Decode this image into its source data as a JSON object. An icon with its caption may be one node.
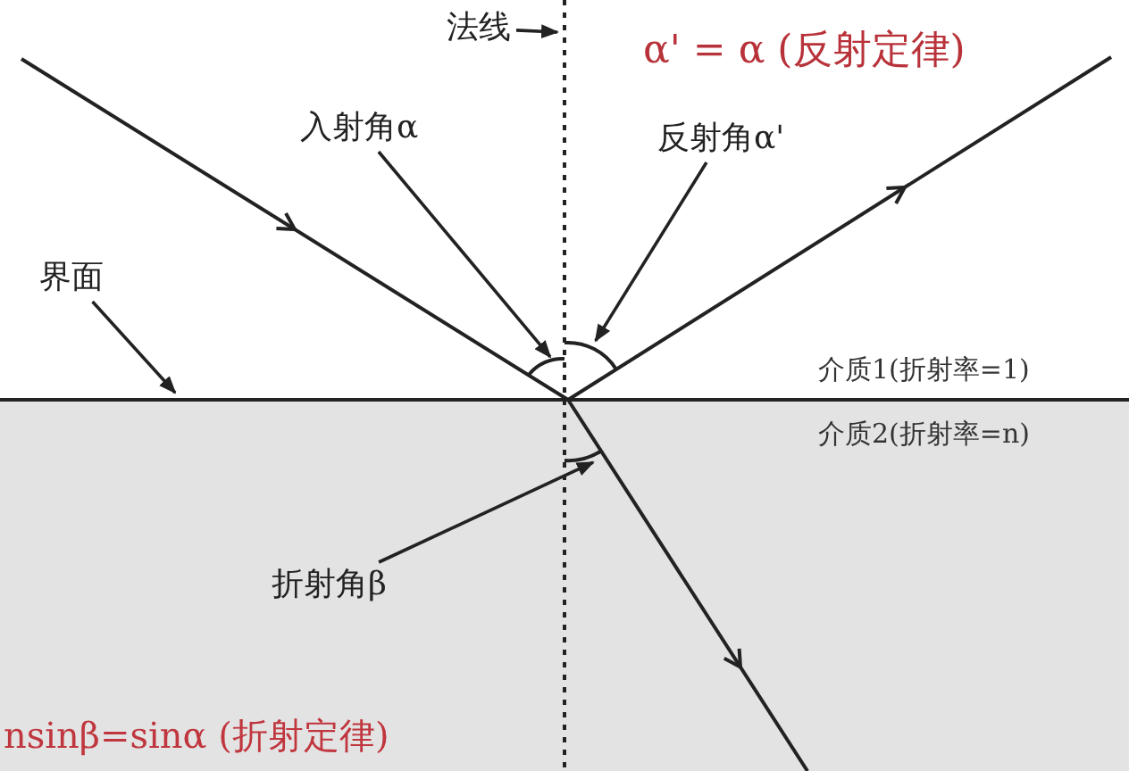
{
  "diagram": {
    "nodes": [
      {
        "text": [
          "法线"
        ]
      },
      {
        "text": [
          "入射角α"
        ]
      },
      {
        "text": [
          "反射角α'"
        ]
      },
      {
        "text": [
          "界面"
        ]
      },
      {
        "text": [
          "折射角β"
        ]
      },
      {
        "text": [],
        "shape": "arc"
      },
      {
        "text": [],
        "shape": "arc"
      },
      {
        "text": [],
        "shape": "arc"
      }
    ],
    "edges": [
      {
        "from": 0,
        "to": null,
        "arrow": "to"
      },
      {
        "from": 1,
        "to": 5,
        "arrow": "to"
      },
      {
        "from": 2,
        "to": 6,
        "arrow": "to"
      },
      {
        "from": 3,
        "to": null,
        "arrow": "to"
      },
      {
        "from": 4,
        "to": 7,
        "arrow": "to"
      }
    ],
    "labels": [
      "α' = α (反射定律)",
      "介质1(折射率=1)",
      "介质2(折射率=n)",
      "nsinβ=sinα (折射定律)"
    ]
  }
}
